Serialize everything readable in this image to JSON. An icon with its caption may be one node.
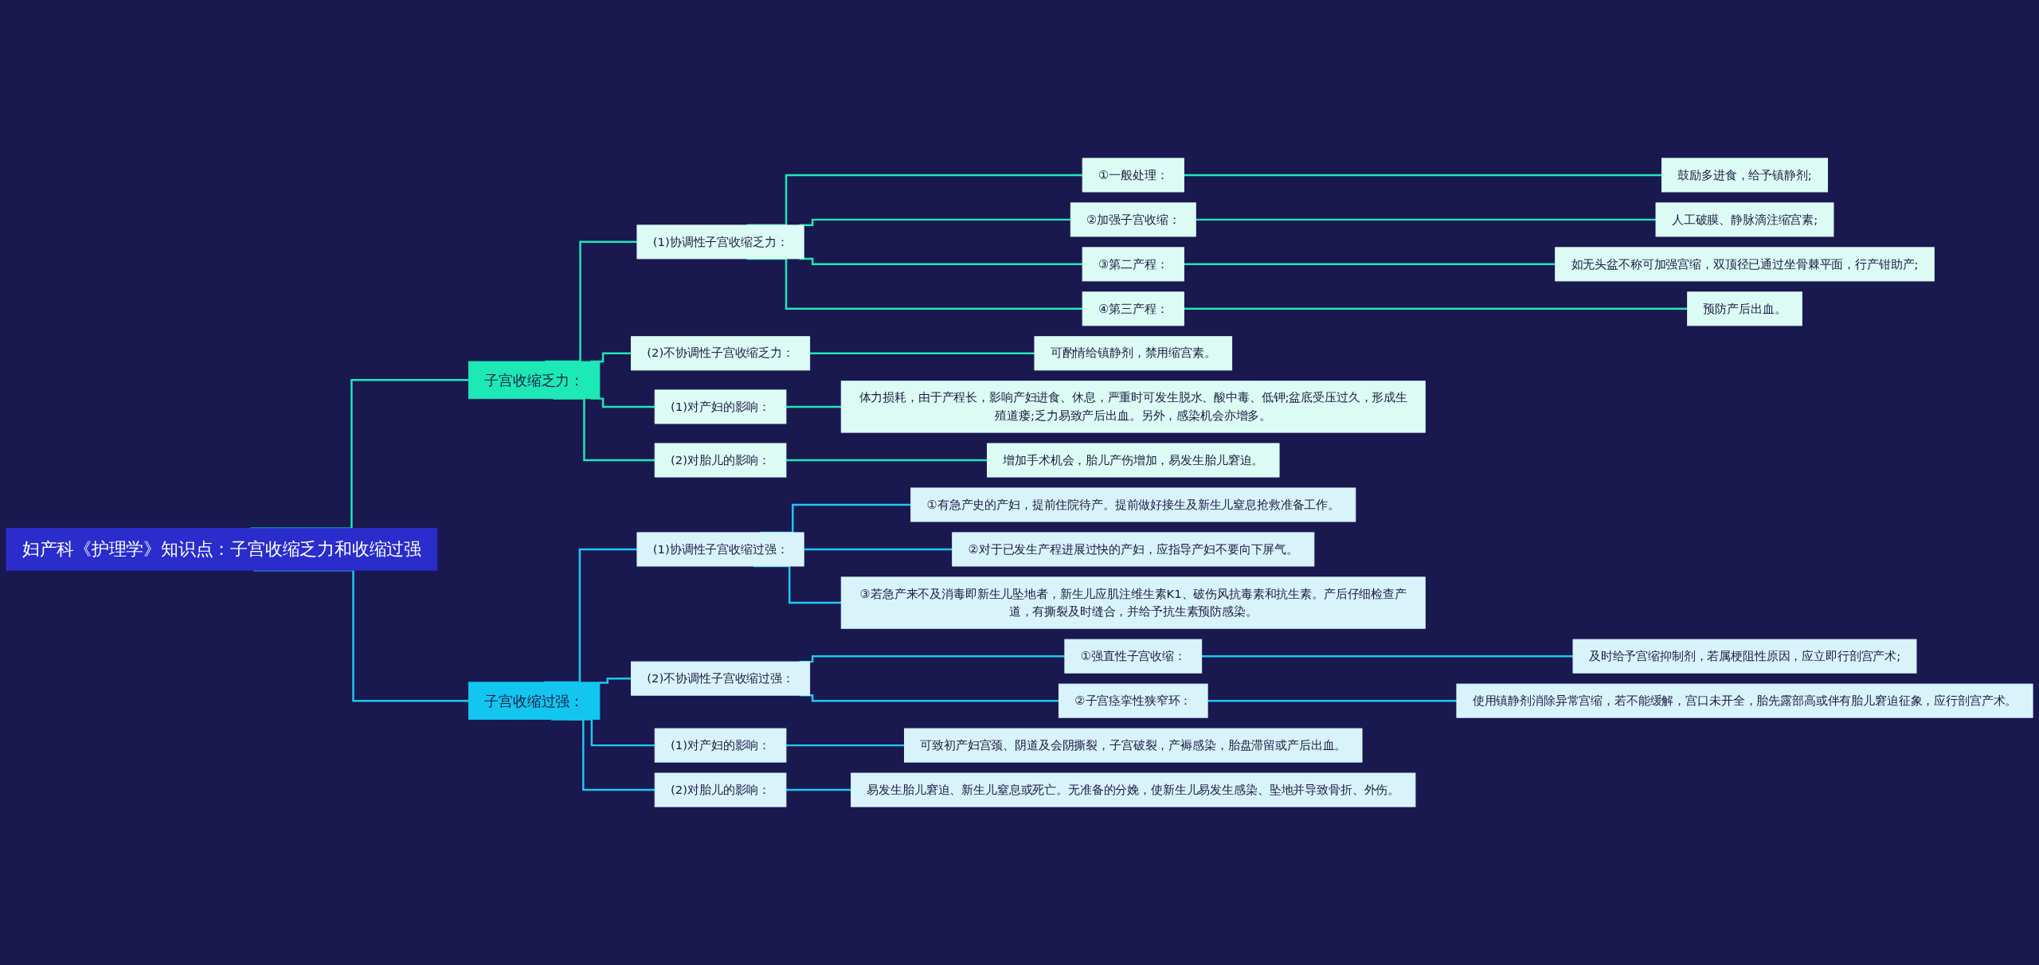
{
  "diagram": {
    "nodes": [
      {
        "text": [
          "妇产科《护理学》知识点：子宫收缩乏力和收缩过强"
        ]
      },
      {
        "text": [
          "子宫收缩乏力："
        ]
      },
      {
        "text": [
          "(1)协调性子宫收缩乏力："
        ]
      },
      {
        "text": [
          "①一般处理："
        ]
      },
      {
        "text": [
          "鼓励多进食，给予镇静剂;"
        ]
      },
      {
        "text": [
          "②加强子宫收缩："
        ]
      },
      {
        "text": [
          "人工破膜、静脉滴注缩宫素;"
        ]
      },
      {
        "text": [
          "③第二产程："
        ]
      },
      {
        "text": [
          "如无头盆不称可加强宫缩，双顶径已通过坐骨棘平面，行产钳助产;"
        ]
      },
      {
        "text": [
          "④第三产程："
        ]
      },
      {
        "text": [
          "预防产后出血。"
        ]
      },
      {
        "text": [
          "(2)不协调性子宫收缩乏力："
        ]
      },
      {
        "text": [
          "可酌情给镇静剂，禁用缩宫素。"
        ]
      },
      {
        "text": [
          "(1)对产妇的影响："
        ]
      },
      {
        "text": [
          "体力损耗，由于产程长，影响产妇进食、休息，严重时可发生脱水、酸中毒、低钾;盆底受压过久，形成生殖道瘘;乏力易致产后出血。另外，感染机会亦增多。"
        ]
      },
      {
        "text": [
          "(2)对胎儿的影响："
        ]
      },
      {
        "text": [
          "增加手术机会，胎儿产伤增加，易发生胎儿窘迫。"
        ]
      },
      {
        "text": [
          "子宫收缩过强："
        ]
      },
      {
        "text": [
          "(1)协调性子宫收缩过强："
        ]
      },
      {
        "text": [
          "①有急产史的产妇，提前住院待产。提前做好接生及新生儿窒息抢救准备工作。"
        ]
      },
      {
        "text": [
          "②对于已发生产程进展过快的产妇，应指导产妇不要向下屏气。"
        ]
      },
      {
        "text": [
          "③若急产来不及消毒即新生儿坠地者，新生儿应肌注维生素K1、破伤风抗毒素和抗生素。产后仔细检查产道，有撕裂及时缝合，并给予抗生素预防感染。"
        ]
      },
      {
        "text": [
          "(2)不协调性子宫收缩过强："
        ]
      },
      {
        "text": [
          "①强直性子宫收缩："
        ]
      },
      {
        "text": [
          "及时给予宫缩抑制剂，若属梗阻性原因，应立即行剖宫产术;"
        ]
      },
      {
        "text": [
          "②子宫痉挛性狭窄环："
        ]
      },
      {
        "text": [
          "使用镇静剂消除异常宫缩，若不能缓解，宫口未开全，胎先露部高或伴有胎儿窘迫征象，应行剖宫产术。"
        ]
      },
      {
        "text": [
          "(1)对产妇的影响："
        ]
      },
      {
        "text": [
          "可致初产妇宫颈、阴道及会阴撕裂，子宫破裂，产褥感染，胎盘滞留或产后出血。"
        ]
      },
      {
        "text": [
          "(2)对胎儿的影响："
        ]
      },
      {
        "text": [
          "易发生胎儿窘迫、新生儿窒息或死亡。无准备的分娩，使新生儿易发生感染、坠地并导致骨折、外伤。"
        ]
      }
    ],
    "edges": [
      {
        "from": 0,
        "to": 1,
        "arrow": "none"
      },
      {
        "from": 1,
        "to": 2,
        "arrow": "none"
      },
      {
        "from": 2,
        "to": 3,
        "arrow": "none"
      },
      {
        "from": 3,
        "to": 4,
        "arrow": "none"
      },
      {
        "from": 2,
        "to": 5,
        "arrow": "none"
      },
      {
        "from": 5,
        "to": 6,
        "arrow": "none"
      },
      {
        "from": 2,
        "to": 7,
        "arrow": "none"
      },
      {
        "from": 7,
        "to": 8,
        "arrow": "none"
      },
      {
        "from": 2,
        "to": 9,
        "arrow": "none"
      },
      {
        "from": 9,
        "to": 10,
        "arrow": "none"
      },
      {
        "from": 1,
        "to": 11,
        "arrow": "none"
      },
      {
        "from": 11,
        "to": 12,
        "arrow": "none"
      },
      {
        "from": 1,
        "to": 13,
        "arrow": "none"
      },
      {
        "from": 13,
        "to": 14,
        "arrow": "none"
      },
      {
        "from": 1,
        "to": 15,
        "arrow": "none"
      },
      {
        "from": 15,
        "to": 16,
        "arrow": "none"
      },
      {
        "from": 0,
        "to": 17,
        "arrow": "none",
        "color": "#1ec8f0"
      },
      {
        "from": 17,
        "to": 18,
        "arrow": "none",
        "color": "#1ec8f0"
      },
      {
        "from": 18,
        "to": 19,
        "arrow": "none",
        "color": "#1ec8f0"
      },
      {
        "from": 18,
        "to": 20,
        "arrow": "none",
        "color": "#1ec8f0"
      },
      {
        "from": 18,
        "to": 21,
        "arrow": "none",
        "color": "#1ec8f0"
      },
      {
        "from": 17,
        "to": 22,
        "arrow": "none",
        "color": "#1ec8f0"
      },
      {
        "from": 22,
        "to": 23,
        "arrow": "none",
        "color": "#1ec8f0"
      },
      {
        "from": 23,
        "to": 24,
        "arrow": "none",
        "color": "#1ec8f0"
      },
      {
        "from": 22,
        "to": 25,
        "arrow": "none",
        "color": "#1ec8f0"
      },
      {
        "from": 25,
        "to": 26,
        "arrow": "none",
        "color": "#1ec8f0"
      },
      {
        "from": 17,
        "to": 27,
        "arrow": "none",
        "color": "#1ec8f0"
      },
      {
        "from": 27,
        "to": 28,
        "arrow": "none",
        "color": "#1ec8f0"
      },
      {
        "from": 17,
        "to": 29,
        "arrow": "none",
        "color": "#1ec8f0"
      },
      {
        "from": 29,
        "to": 30,
        "arrow": "none",
        "color": "#1ec8f0"
      }
    ]
  }
}
